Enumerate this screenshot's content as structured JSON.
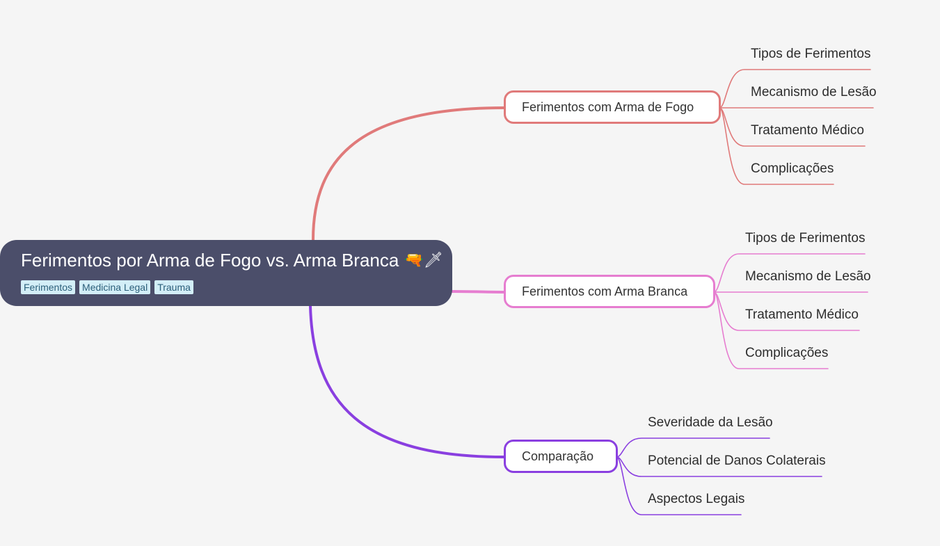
{
  "root": {
    "title": "Ferimentos por Arma de Fogo vs. Arma Branca",
    "emoji": "🔫🗡",
    "tags": [
      "Ferimentos",
      "Medicina Legal",
      "Trauma"
    ],
    "color": "#4b4e6a"
  },
  "branches": [
    {
      "label": "Ferimentos com Arma de Fogo",
      "color": "#e07a7a",
      "children": [
        "Tipos de Ferimentos",
        "Mecanismo de Lesão",
        "Tratamento Médico",
        "Complicações"
      ]
    },
    {
      "label": "Ferimentos com Arma Branca",
      "color": "#e67dd0",
      "children": [
        "Tipos de Ferimentos",
        "Mecanismo de Lesão",
        "Tratamento Médico",
        "Complicações"
      ]
    },
    {
      "label": "Comparação",
      "color": "#8a3fe0",
      "children": [
        "Severidade da Lesão",
        "Potencial de Danos Colaterais",
        "Aspectos Legais"
      ]
    }
  ]
}
